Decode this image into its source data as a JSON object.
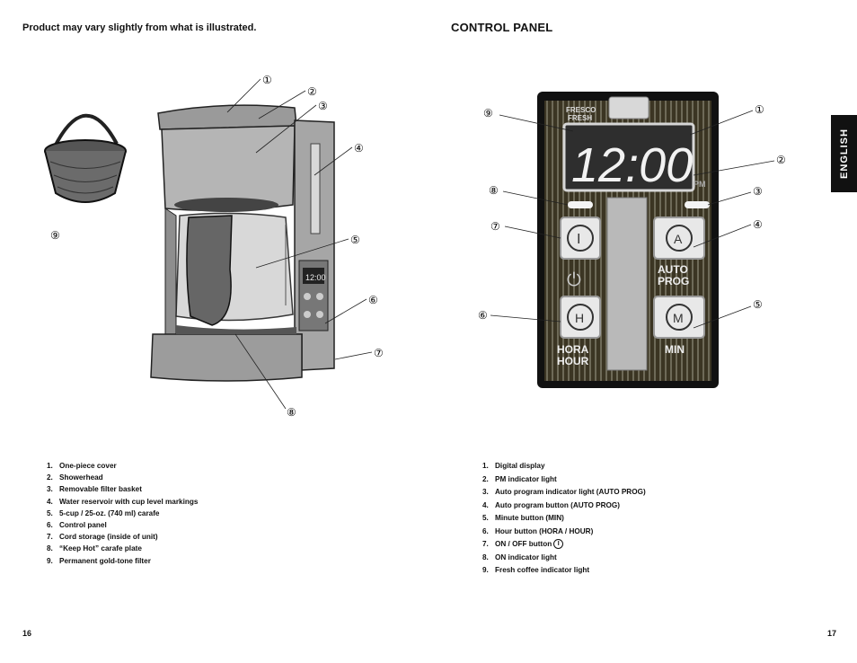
{
  "left_page": {
    "note": "Product may vary slightly from what is illustrated.",
    "callouts": [
      "①",
      "②",
      "③",
      "④",
      "⑤",
      "⑥",
      "⑦",
      "⑧",
      "⑨"
    ],
    "parts": [
      {
        "num": "1.",
        "label": "One-piece cover"
      },
      {
        "num": "2.",
        "label": "Showerhead"
      },
      {
        "num": "3.",
        "label": "Removable filter basket"
      },
      {
        "num": "4.",
        "label": "Water reservoir with cup level markings"
      },
      {
        "num": "5.",
        "label": "5-cup / 25-oz. (740 ml) carafe"
      },
      {
        "num": "6.",
        "label": "Control panel"
      },
      {
        "num": "7.",
        "label": "Cord storage (inside of unit)"
      },
      {
        "num": "8.",
        "label": "“Keep Hot” carafe plate"
      },
      {
        "num": "9.",
        "label": "Permanent gold-tone filter"
      }
    ],
    "page_number": "16"
  },
  "right_page": {
    "heading": "CONTROL PANEL",
    "side_tab": "ENGLISH",
    "panel": {
      "fresh_label_1": "FRESCO",
      "fresh_label_2": "FRESH",
      "display_time": "12:00",
      "pm_label": "PM",
      "on_button_glyph": "I",
      "auto_button_glyph": "A",
      "hour_button_glyph": "H",
      "min_button_glyph": "M",
      "auto_label_1": "AUTO",
      "auto_label_2": "PROG",
      "hour_label_1": "HORA",
      "hour_label_2": "HOUR",
      "min_label": "MIN",
      "power_symbol": "⏻"
    },
    "callouts": [
      "①",
      "②",
      "③",
      "④",
      "⑤",
      "⑥",
      "⑦",
      "⑧",
      "⑨"
    ],
    "controls": [
      {
        "num": "1.",
        "label": "Digital display"
      },
      {
        "num": "2.",
        "label": "PM indicator light"
      },
      {
        "num": "3.",
        "label": "Auto program indicator light (AUTO PROG)"
      },
      {
        "num": "4.",
        "label": "Auto program button (AUTO PROG)"
      },
      {
        "num": "5.",
        "label": "Minute button (MIN)"
      },
      {
        "num": "6.",
        "label": "Hour button (HORA / HOUR)"
      },
      {
        "num": "7.",
        "label": "ON / OFF button"
      },
      {
        "num": "8.",
        "label": "ON indicator light"
      },
      {
        "num": "9.",
        "label": "Fresh coffee indicator light"
      }
    ],
    "onoff_symbol": "I",
    "page_number": "17"
  }
}
